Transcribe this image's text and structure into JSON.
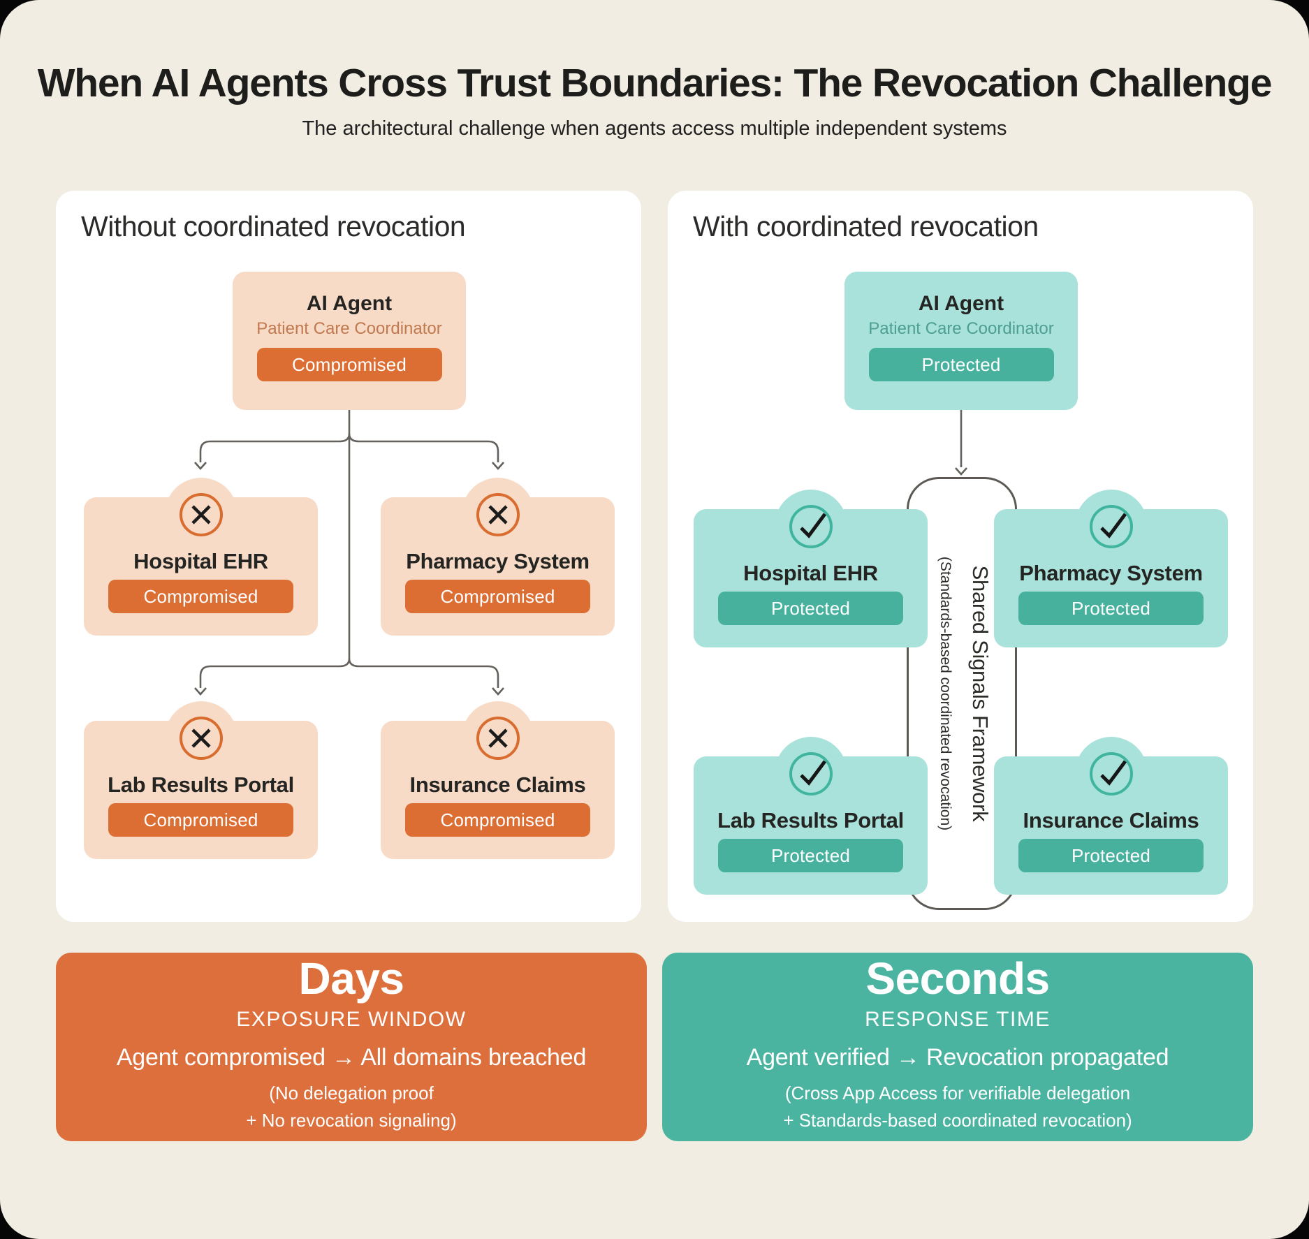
{
  "page": {
    "title": "When AI Agents Cross Trust Boundaries: The Revocation Challenge",
    "subtitle": "The architectural challenge when agents access multiple independent systems"
  },
  "colors": {
    "background": "#F2EDE2",
    "panel": "#FFFFFF",
    "compromised_fill": "#F8DBC6",
    "compromised_accent": "#DD6E33",
    "protected_fill": "#A9E2DA",
    "protected_accent": "#47B19E",
    "summary_orange": "#DC6F3B",
    "summary_teal": "#4BB4A1",
    "connector": "#64615C"
  },
  "icons": {
    "compromised": "x-icon",
    "protected": "check-icon",
    "connectors": "arrow-down-icon"
  },
  "panels": [
    {
      "heading": "Without coordinated revocation",
      "agent": {
        "title": "AI Agent",
        "subtitle": "Patient Care Coordinator",
        "status": "Compromised"
      },
      "systems": [
        {
          "name": "Hospital EHR",
          "status": "Compromised"
        },
        {
          "name": "Pharmacy System",
          "status": "Compromised"
        },
        {
          "name": "Lab Results Portal",
          "status": "Compromised"
        },
        {
          "name": "Insurance Claims",
          "status": "Compromised"
        }
      ]
    },
    {
      "heading": "With coordinated revocation",
      "agent": {
        "title": "AI Agent",
        "subtitle": "Patient Care Coordinator",
        "status": "Protected"
      },
      "framework": {
        "title": "Shared Signals Framework",
        "subtitle": "(Standards-based coordinated revocation)"
      },
      "systems": [
        {
          "name": "Hospital EHR",
          "status": "Protected"
        },
        {
          "name": "Pharmacy System",
          "status": "Protected"
        },
        {
          "name": "Lab Results Portal",
          "status": "Protected"
        },
        {
          "name": "Insurance Claims",
          "status": "Protected"
        }
      ]
    }
  ],
  "summary_cards": [
    {
      "value": "Days",
      "label": "EXPOSURE WINDOW",
      "headline": "Agent compromised → All domains breached",
      "details": [
        "(No delegation proof",
        "+ No revocation signaling)"
      ]
    },
    {
      "value": "Seconds",
      "label": "RESPONSE TIME",
      "headline": "Agent verified → Revocation propagated",
      "details": [
        "(Cross App Access for verifiable delegation",
        "+ Standards-based coordinated revocation)"
      ]
    }
  ]
}
